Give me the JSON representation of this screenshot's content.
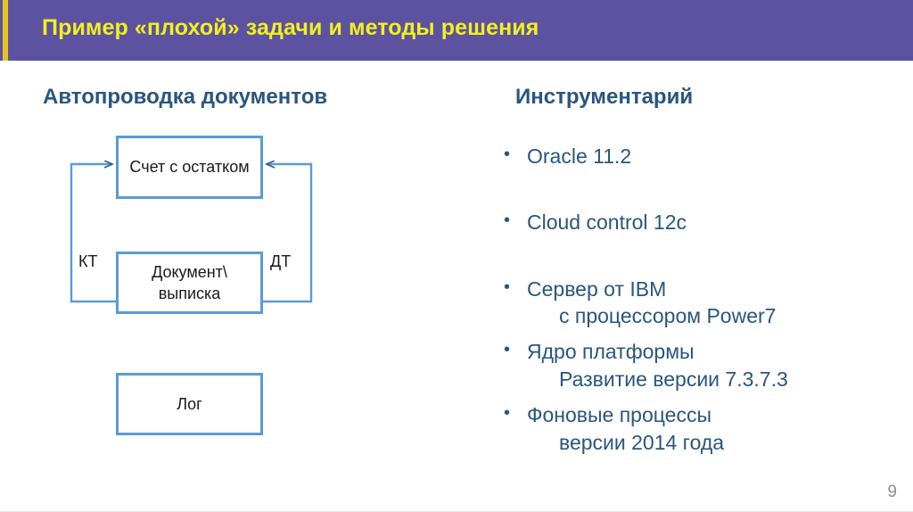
{
  "slide": {
    "title": "Пример «плохой» задачи и методы решения",
    "page_number": "9",
    "colors": {
      "header_background": "#5c52a0",
      "header_accent": "#e8c320",
      "title_text": "#f2ef22",
      "heading_text": "#29567f",
      "body_text": "#29567f",
      "box_border": "#5b9bd5",
      "connector": "#5b9bd5",
      "page_number": "#8e8e8e"
    }
  },
  "left_column": {
    "heading": "Автопроводка документов",
    "diagram": {
      "nodes": [
        {
          "id": "account",
          "label": "Счет с остатком"
        },
        {
          "id": "document",
          "label": "Документ\\ выписка"
        },
        {
          "id": "log",
          "label": "Лог"
        }
      ],
      "edge_labels": [
        {
          "id": "kt",
          "label": "КТ"
        },
        {
          "id": "dt",
          "label": "ДТ"
        }
      ]
    }
  },
  "right_column": {
    "heading": "Инструментарий",
    "bullet_marker": "•",
    "items": [
      {
        "text": "Oracle 11.2",
        "sub": ""
      },
      {
        "text": "Cloud control 12c",
        "sub": ""
      },
      {
        "text": "Сервер от IBM",
        "sub": "с процессором Power7"
      },
      {
        "text": "Ядро платформы",
        "sub": "Развитие версии 7.3.7.3"
      },
      {
        "text": "Фоновые процессы",
        "sub": "версии 2014 года"
      }
    ]
  }
}
